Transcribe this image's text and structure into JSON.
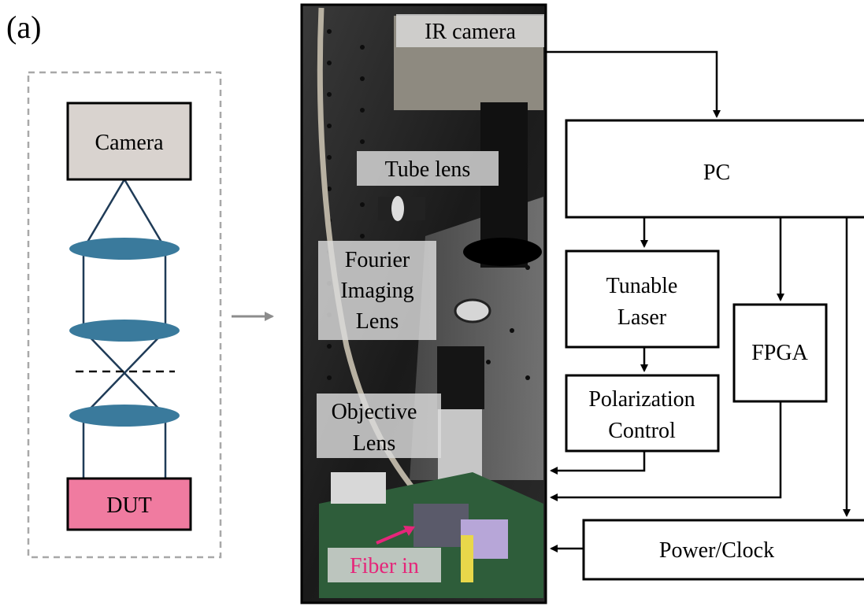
{
  "panel_label": "(a)",
  "optics_schematic": {
    "camera": "Camera",
    "dut": "DUT",
    "colors": {
      "camera_fill": "#d9d3cf",
      "dut_fill": "#f07ba0",
      "lens_fill": "#3a7a9c",
      "ray": "#1f3b57",
      "frame": "#a8a8a8"
    }
  },
  "photo": {
    "ir_camera": "IR camera",
    "tube_lens": "Tube lens",
    "fourier_lens": [
      "Fourier",
      "Imaging",
      "Lens"
    ],
    "objective_lens": [
      "Objective",
      "Lens"
    ],
    "fiber_in": "Fiber in",
    "colors": {
      "fiber_text": "#e5267a",
      "label_bg": "#dcdcdc"
    }
  },
  "blocks": {
    "pc": "PC",
    "tunable_laser": [
      "Tunable",
      "Laser"
    ],
    "fpga": "FPGA",
    "polarization": [
      "Polarization",
      "Control"
    ],
    "power_clock": "Power/Clock"
  }
}
